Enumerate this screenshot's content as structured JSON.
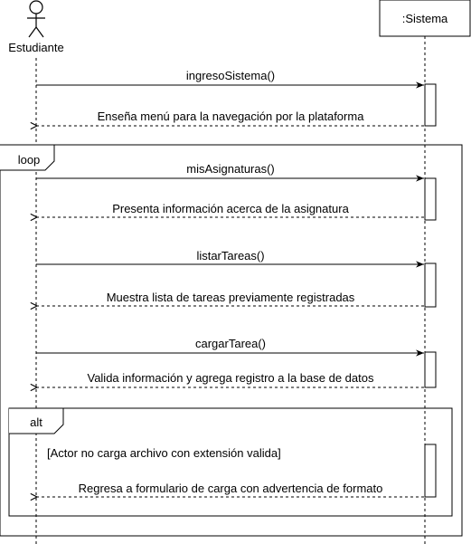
{
  "actors": {
    "student": {
      "label": "Estudiante"
    },
    "system": {
      "label": ":Sistema"
    }
  },
  "messages": {
    "m1": {
      "label": "ingresoSistema()"
    },
    "r1": {
      "label": "Enseña menú para la navegación por la plataforma"
    },
    "m2": {
      "label": "misAsignaturas()"
    },
    "r2": {
      "label": "Presenta información acerca de la asignatura"
    },
    "m3": {
      "label": "listarTareas()"
    },
    "r3": {
      "label": "Muestra lista de tareas previamente registradas"
    },
    "m4": {
      "label": "cargarTarea()"
    },
    "r4": {
      "label": "Valida información y agrega registro a la base de datos"
    },
    "r5": {
      "label": "Regresa a formulario de carga con advertencia de formato"
    }
  },
  "fragments": {
    "loop": {
      "label": "loop"
    },
    "alt": {
      "label": "alt",
      "guard": "[Actor no carga archivo con extensión valida]"
    }
  }
}
